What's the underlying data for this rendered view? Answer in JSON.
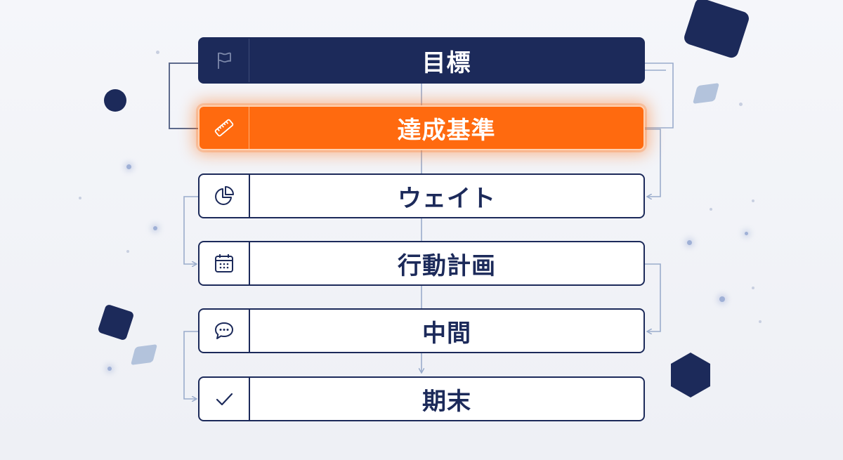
{
  "colors": {
    "navy": "#1c2a5a",
    "accent": "#ff6a0f",
    "white": "#ffffff",
    "connector": "#9aaccc"
  },
  "steps": [
    {
      "label": "目標",
      "icon": "flag-icon",
      "state": "dark"
    },
    {
      "label": "達成基準",
      "icon": "ruler-icon",
      "state": "highlighted"
    },
    {
      "label": "ウェイト",
      "icon": "pie-chart-icon",
      "state": "default"
    },
    {
      "label": "行動計画",
      "icon": "calendar-icon",
      "state": "default"
    },
    {
      "label": "中間",
      "icon": "chat-bubble-icon",
      "state": "default"
    },
    {
      "label": "期末",
      "icon": "checkmark-icon",
      "state": "default"
    }
  ]
}
